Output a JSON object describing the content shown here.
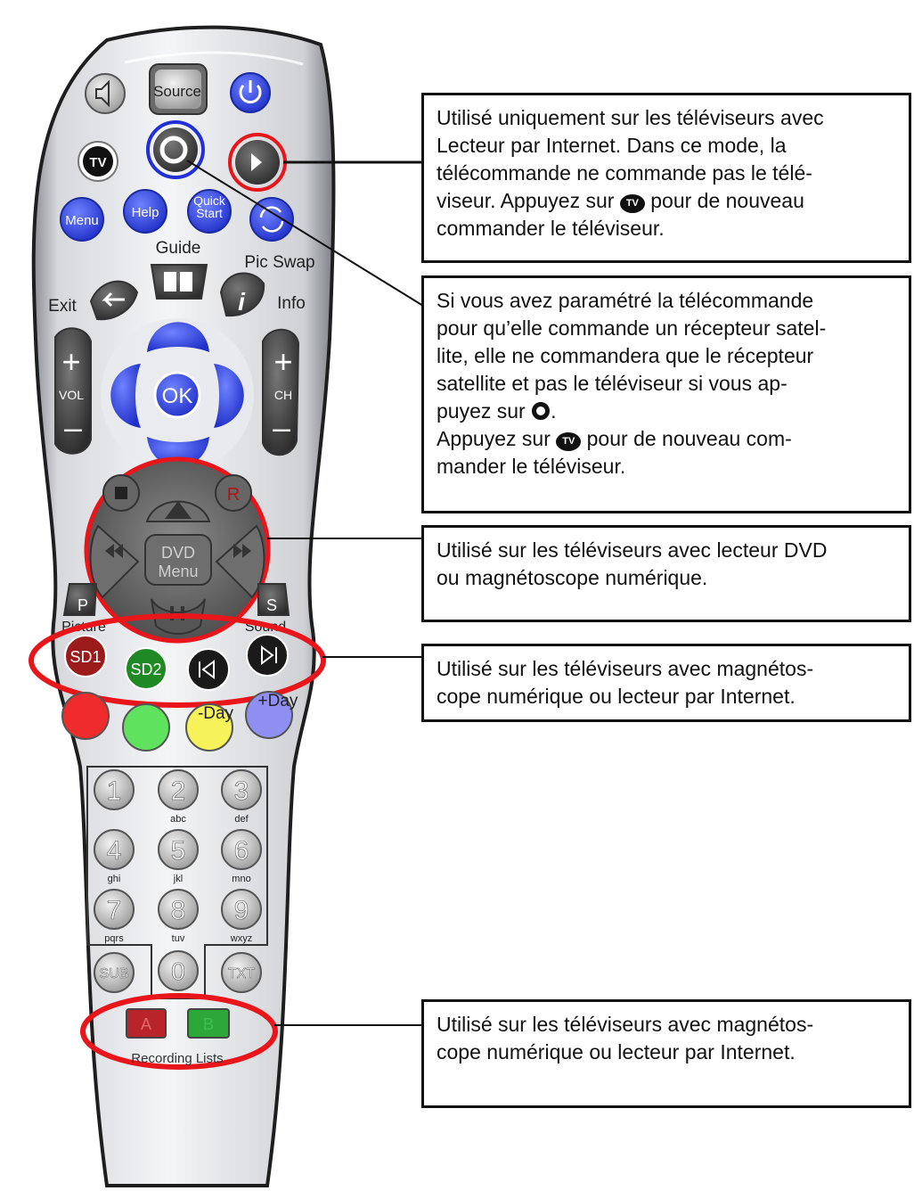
{
  "remote": {
    "top": {
      "source": "Source",
      "tv": "TV"
    },
    "nav_row": {
      "menu": "Menu",
      "help": "Help",
      "quick_start": "Quick\nStart"
    },
    "labels": {
      "guide": "Guide",
      "pic_swap": "Pic Swap",
      "exit": "Exit",
      "info": "Info",
      "vol": "VOL",
      "ch": "CH",
      "plus": "+",
      "minus": "–"
    },
    "ok": "OK",
    "dvd": {
      "menu_line1": "DVD",
      "menu_line2": "Menu",
      "record": "R"
    },
    "picture_sound": {
      "p": "P",
      "picture": "Picture",
      "s": "S",
      "sound": "Sound"
    },
    "dvr": {
      "sd1": "SD1",
      "sd2": "SD2"
    },
    "color_row": {
      "minus_day": "-Day",
      "plus_day": "+Day"
    },
    "keypad": [
      {
        "digit": "1",
        "letters": ""
      },
      {
        "digit": "2",
        "letters": "abc"
      },
      {
        "digit": "3",
        "letters": "def"
      },
      {
        "digit": "4",
        "letters": "ghi"
      },
      {
        "digit": "5",
        "letters": "jkl"
      },
      {
        "digit": "6",
        "letters": "mno"
      },
      {
        "digit": "7",
        "letters": "pqrs"
      },
      {
        "digit": "8",
        "letters": "tuv"
      },
      {
        "digit": "9",
        "letters": "wxyz"
      }
    ],
    "bottom_row": {
      "sub": "SUB",
      "zero": "0",
      "txt": "TXT"
    },
    "recording": {
      "a": "A",
      "b": "B",
      "label": "Recording Lists"
    }
  },
  "callouts": {
    "c1": {
      "l1": "Utilisé uniquement sur les téléviseurs avec",
      "l2": "Lecteur par Internet. Dans ce mode, la",
      "l3": "télécommande ne commande pas le télé-",
      "l4a": "viseur. Appuyez sur",
      "l4b": "pour de nouveau",
      "l5": "commander le téléviseur."
    },
    "c2": {
      "l1": "Si vous avez paramétré la télécommande",
      "l2": "pour qu’elle commande un récepteur satel-",
      "l3": "lite, elle ne commandera que le récepteur",
      "l4": "satellite et pas le téléviseur si vous ap-",
      "l5a": "puyez sur",
      "l5b": ".",
      "l6a": "Appuyez sur",
      "l6b": "pour de nouveau com-",
      "l7": "mander le téléviseur."
    },
    "c3": {
      "l1": "Utilisé sur les téléviseurs avec lecteur DVD",
      "l2": "ou magnétoscope numérique."
    },
    "c4": {
      "l1": "Utilisé sur les téléviseurs avec magnétos-",
      "l2": "cope numérique ou lecteur par Internet."
    },
    "c5": {
      "l1": "Utilisé sur les téléviseurs avec magnétos-",
      "l2": "cope numérique ou lecteur par Internet."
    },
    "tv_icon": "TV"
  },
  "colors": {
    "highlight": "#e8151b",
    "blue_button": "#2d3fe0",
    "red": "#ef2b2b",
    "green": "#5fe35f",
    "yellow": "#f5f25a",
    "purple": "#8f8ff2"
  }
}
